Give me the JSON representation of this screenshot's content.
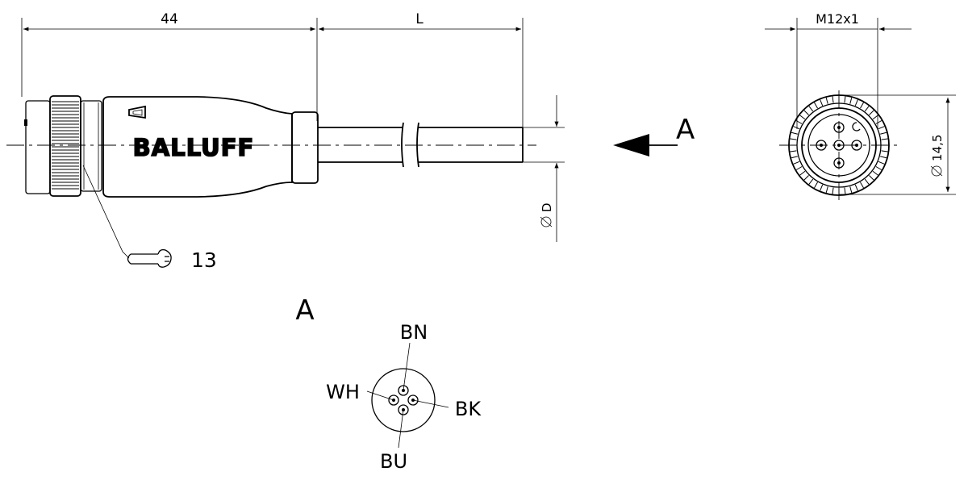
{
  "side_view": {
    "dim_connector_length": "44",
    "dim_cable_length": "L",
    "dim_cable_diameter": "D",
    "brand_logo": "BALLUFF",
    "wrench_size": "13",
    "view_marker": "A"
  },
  "end_view": {
    "thread_label": "M12x1",
    "outer_diameter": "14,5"
  },
  "pinout": {
    "title": "A",
    "pins": {
      "top": "BN",
      "left": "WH",
      "right": "BK",
      "bottom": "BU"
    }
  },
  "symbols": {
    "diameter": "diameter-icon",
    "wrench": "wrench-icon",
    "arrow": "view-arrow-icon"
  }
}
